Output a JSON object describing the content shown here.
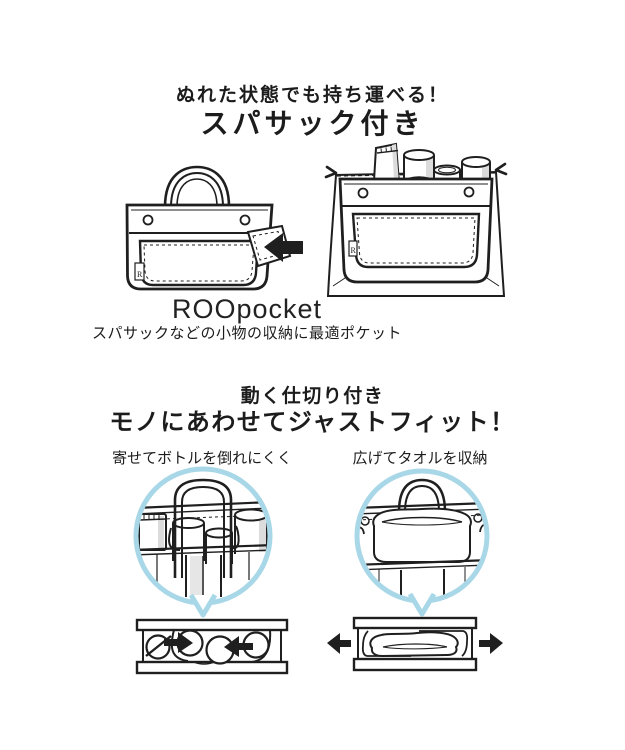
{
  "page": {
    "background": "#ffffff",
    "line_color": "#1f1f1f",
    "accent_blue": "#A8D7E8",
    "shade_gray": "#dcdcdc"
  },
  "section_spasack": {
    "title_line1": "ぬれた状態でも持ち運べる！",
    "title_line2": "スパサック付き",
    "logo": "ROOpocket",
    "caption": "スパサックなどの小物の収納に最適ポケット",
    "tag_letter": "R",
    "illustrations": {
      "left": "tote-bag-with-side-pocket-and-insert-arrow",
      "right": "tote-bag-in-spa-sack-filled-with-bottles"
    }
  },
  "section_divider": {
    "title_line1": "動く仕切り付き",
    "title_line2": "モノにあわせてジャストフィット！",
    "left_caption": "寄せてボトルを倒れにくく",
    "right_caption": "広げてタオルを収納",
    "illustrations": {
      "left_bubble": "close-up-bottles-held-by-divider",
      "right_bubble": "close-up-towel-stored-with-divider-spread",
      "left_topview": "top-view-divider-pushed-together-bottles",
      "right_topview": "top-view-divider-spread-towel"
    }
  }
}
